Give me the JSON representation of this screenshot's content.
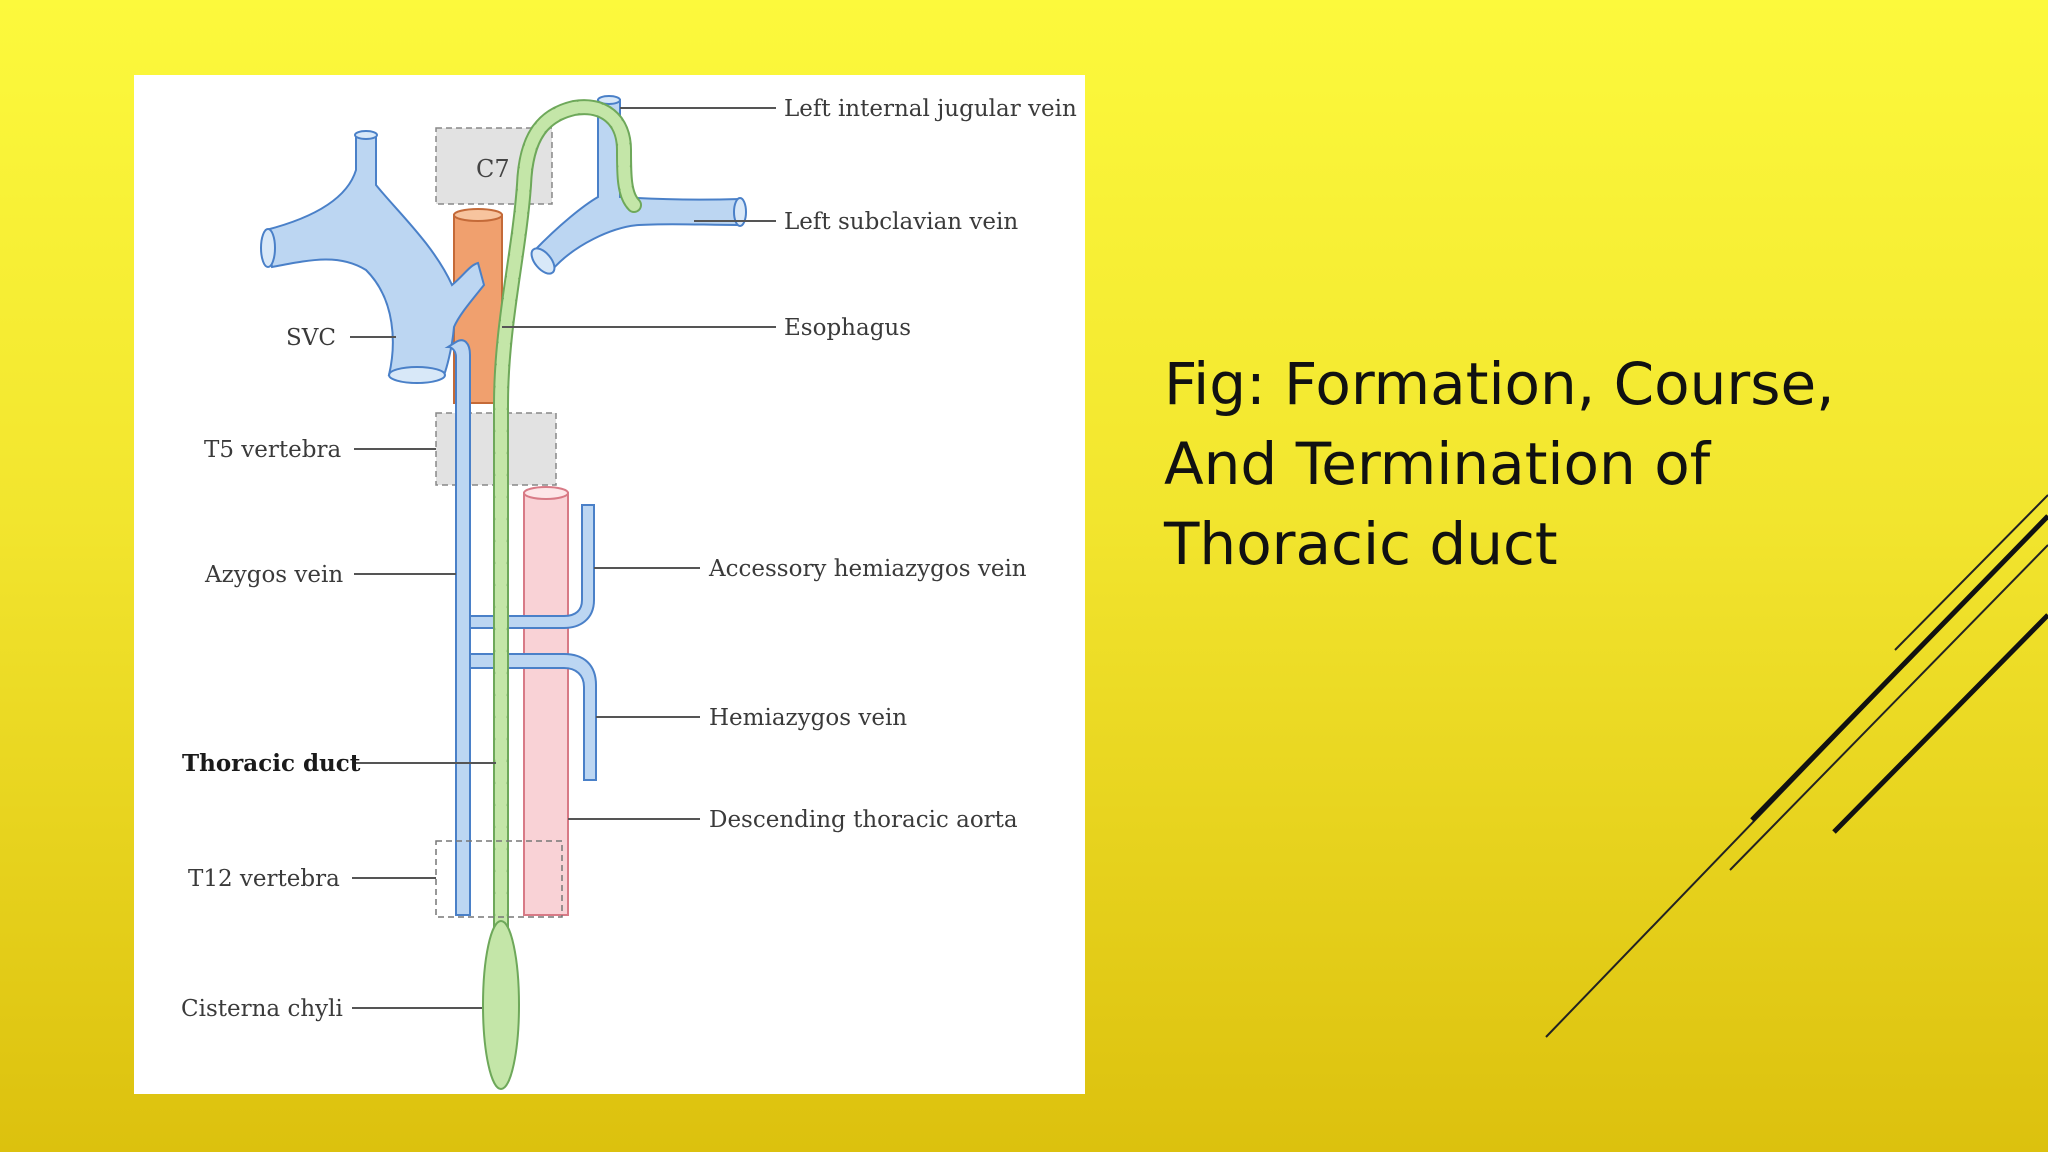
{
  "caption": {
    "line1": "Fig: Formation, Course,",
    "line2": "And Termination of",
    "line3": "Thoracic duct"
  },
  "diagram": {
    "labels": {
      "c7": "C7",
      "svc": "SVC",
      "t5": "T5 vertebra",
      "azygos": "Azygos vein",
      "thoracic_duct": "Thoracic duct",
      "t12": "T12 vertebra",
      "cisterna": "Cisterna chyli",
      "left_ijv": "Left internal jugular vein",
      "left_subclavian": "Left subclavian vein",
      "esophagus": "Esophagus",
      "accessory_hemiazygos": "Accessory hemiazygos vein",
      "hemiazygos": "Hemiazygos vein",
      "descending_aorta": "Descending thoracic aorta"
    }
  },
  "colors": {
    "vein": "#bcd6f2",
    "vein_stroke": "#4a80c8",
    "duct": "#c4e6a8",
    "duct_stroke": "#6ea85a",
    "aorta": "#f9d2d6",
    "aorta_stroke": "#d87a86",
    "esophagus": "#f0a06e",
    "vertebra": "#e2e2e2"
  }
}
